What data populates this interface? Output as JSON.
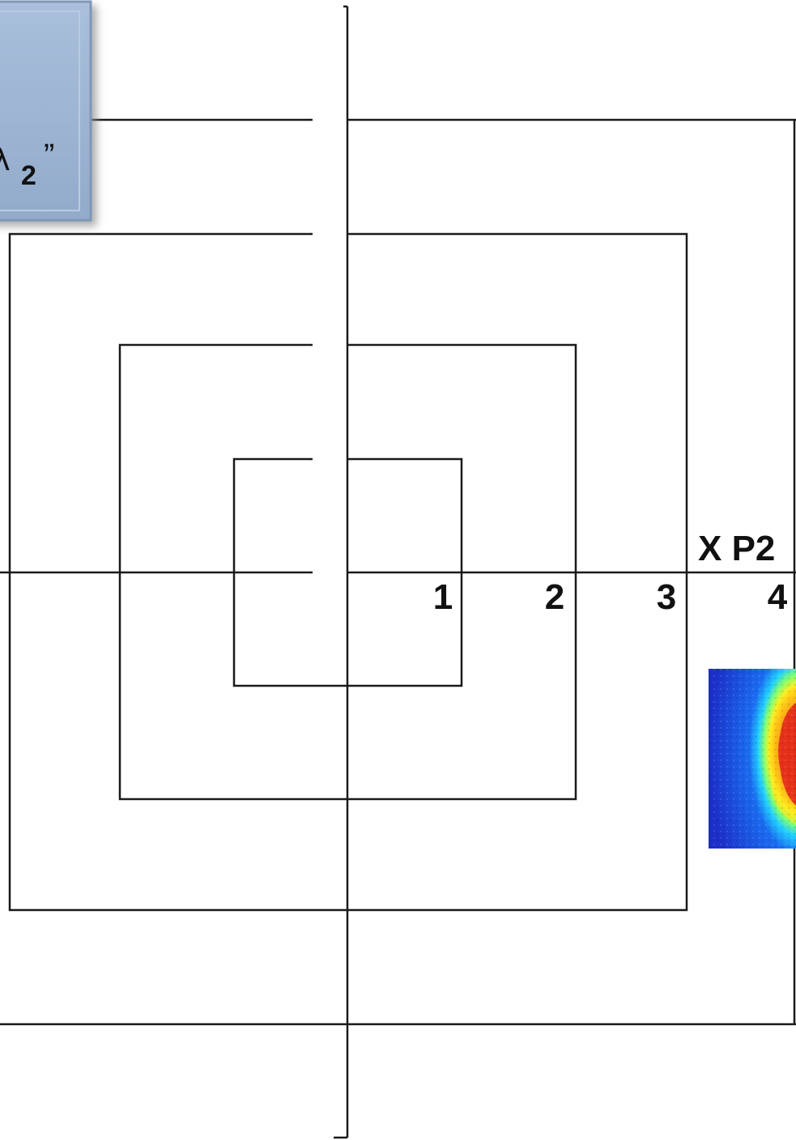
{
  "axis": {
    "tick_labels": [
      "1",
      "2",
      "3",
      "4"
    ],
    "marker_label": "X P2"
  },
  "callout": {
    "symbol": "λ",
    "subscript": "2",
    "closing_quote": "”"
  },
  "colors": {
    "line": "#1a1a1a",
    "callout_fill": "#9fb6d3",
    "callout_border": "#7f97b8",
    "heatmap_low": "#1f3fd6",
    "heatmap_high": "#e0141a"
  },
  "heatmap": {
    "colormap": "jet",
    "description_icon": "beam-profile-heatmap"
  }
}
